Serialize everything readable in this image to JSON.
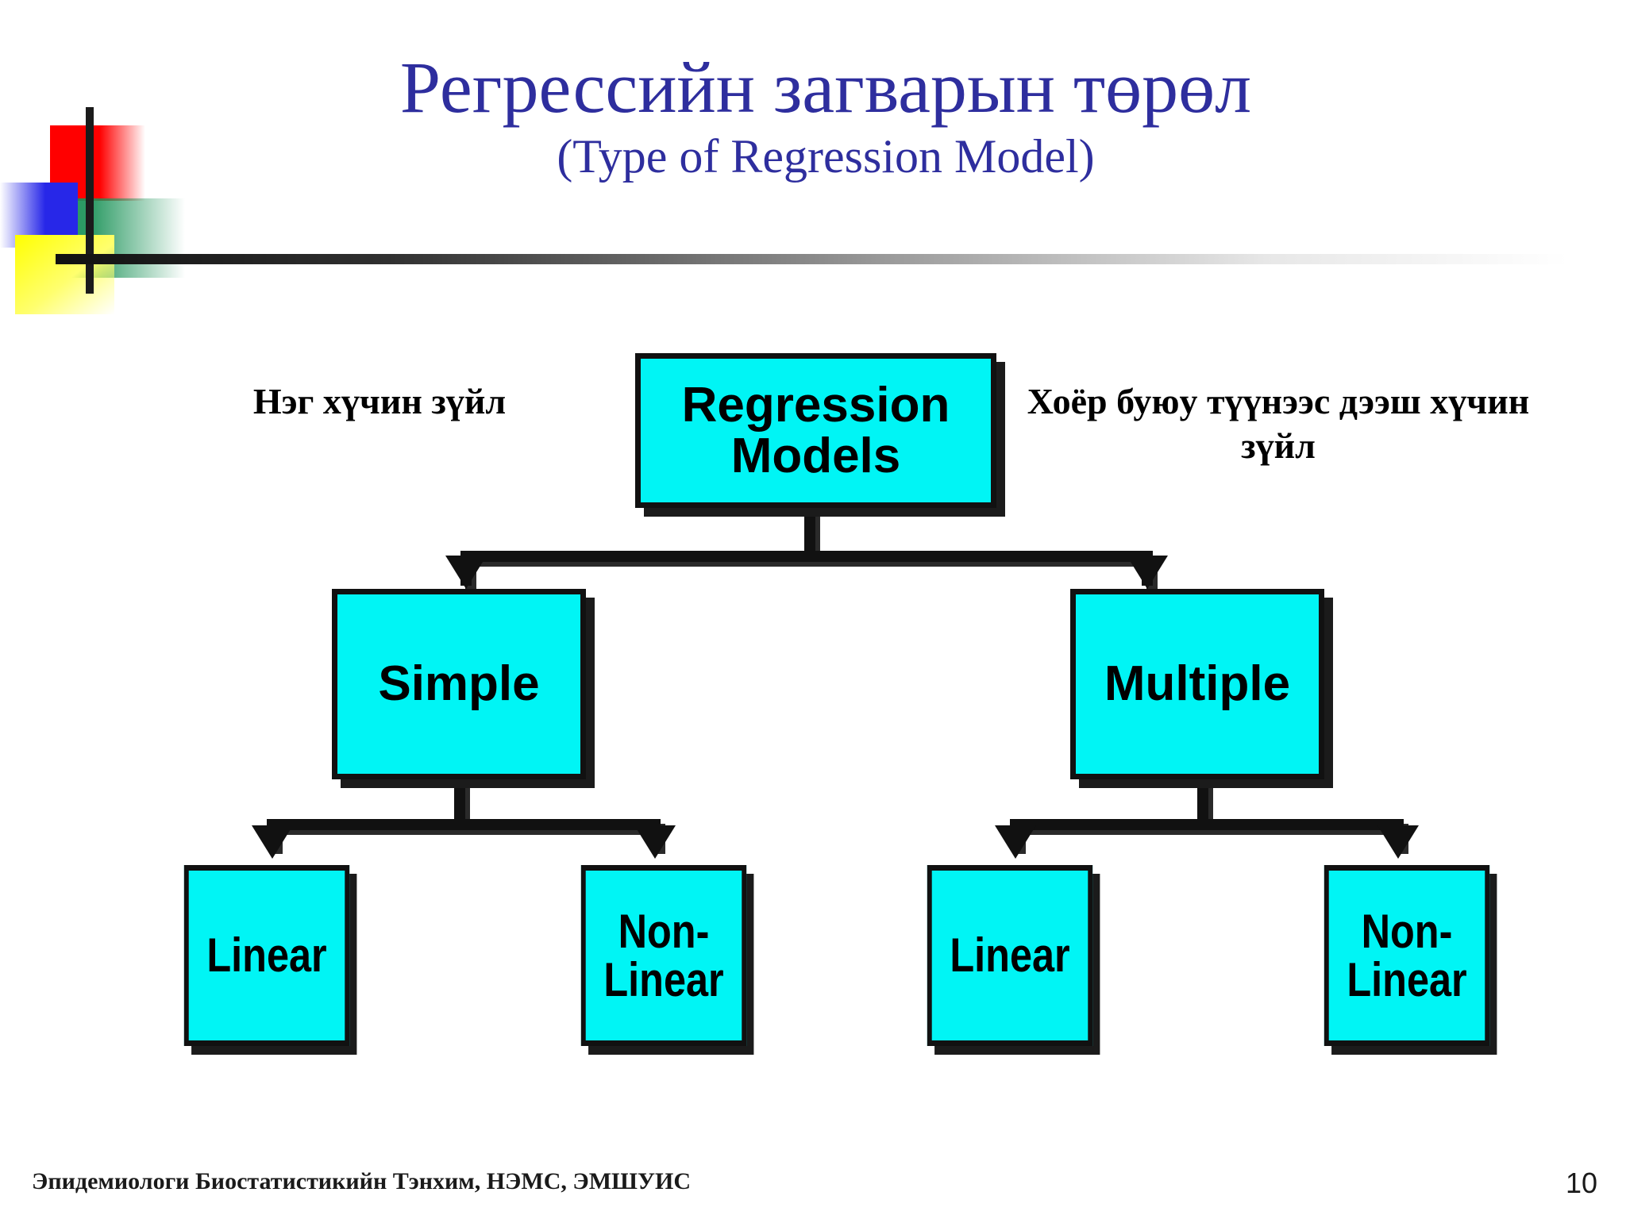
{
  "slide": {
    "title": "Регрессийн загварын төрөл",
    "subtitle": "(Type of Regression Model)",
    "title_color": "#2e2e9e"
  },
  "annotations": {
    "left_note": "Нэг хүчин зүйл",
    "right_note": "Хоёр буюу түүнээс дээш хүчин зүйл"
  },
  "diagram": {
    "node_fill": "#00f5f5",
    "node_border": "#111111",
    "root": "Regression Models",
    "branches": [
      {
        "label": "Simple",
        "children": [
          "Linear",
          "Non-Linear"
        ]
      },
      {
        "label": "Multiple",
        "children": [
          "Linear",
          "Non-Linear"
        ]
      }
    ]
  },
  "footer": {
    "credit": "Эпидемиологи Биостатистикийн Тэнхим, НЭМС, ЭМШУИС",
    "page": "10"
  }
}
